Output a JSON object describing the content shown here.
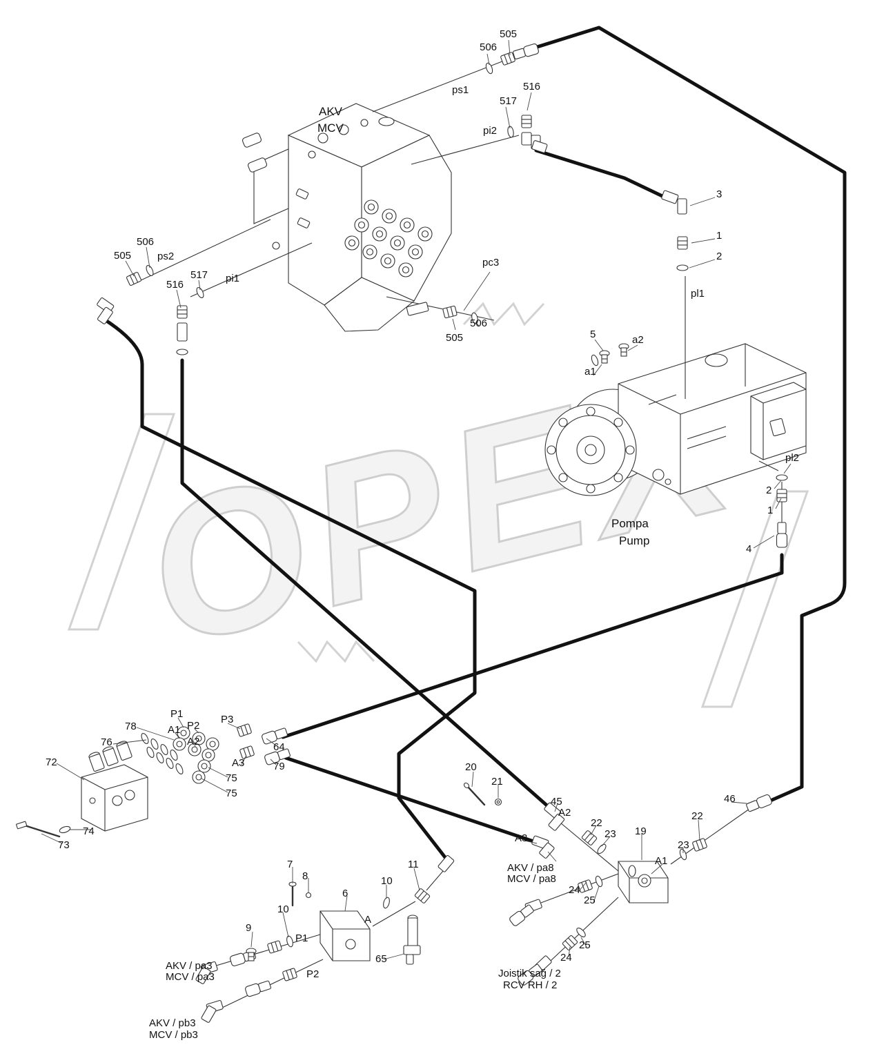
{
  "watermark": "OPEX",
  "labels": {
    "t506": "506",
    "t505": "505",
    "ps1": "ps1",
    "t517": "517",
    "t516": "516",
    "pi2": "pi2",
    "akv": "AKV",
    "mcv": "MCV",
    "n3": "3",
    "n1": "1",
    "n2": "2",
    "pl1": "pl1",
    "n5": "5",
    "a2": "a2",
    "a1": "a1",
    "l506": "506",
    "l505": "505",
    "ps2": "ps2",
    "l516": "516",
    "l517": "517",
    "pi1": "pi1",
    "pc3": "pc3",
    "b505": "505",
    "b506": "506",
    "pl2": "pl2",
    "p2": "2",
    "p1": "1",
    "pompa": "Pompa",
    "pump": "Pump",
    "n4": "4",
    "mP1": "P1",
    "n78": "78",
    "mA1": "A1",
    "mP2": "P2",
    "n76": "76",
    "mA2": "A2",
    "mP3": "P3",
    "n72": "72",
    "n64": "64",
    "mA3": "A3",
    "n79": "79",
    "n75a": "75",
    "n75b": "75",
    "n74": "74",
    "n73": "73",
    "n20": "20",
    "n21": "21",
    "n45": "45",
    "rA2": "A2",
    "n46": "46",
    "n22a": "22",
    "n23a": "23",
    "n19": "19",
    "n23b": "23",
    "n22b": "22",
    "rA3": "A3",
    "rA1": "A1",
    "akvpa8": "AKV / pa8",
    "mcvpa8": "MCV / pa8",
    "n24a": "24",
    "n25a": "25",
    "n24b": "24",
    "n25b": "25",
    "joistik": "Joistik sağ / 2",
    "rcvrh": "RCV RH / 2",
    "n7": "7",
    "n8": "8",
    "n6": "6",
    "n10a": "10",
    "n11": "11",
    "portA": "A",
    "n10b": "10",
    "bP1": "P1",
    "n9": "9",
    "n65": "65",
    "akvpa3": "AKV / pa3",
    "mcvpa3": "MCV / pa3",
    "bP2": "P2",
    "akvpb3": "AKV / pb3",
    "mcvpb3": "MCV / pb3"
  }
}
